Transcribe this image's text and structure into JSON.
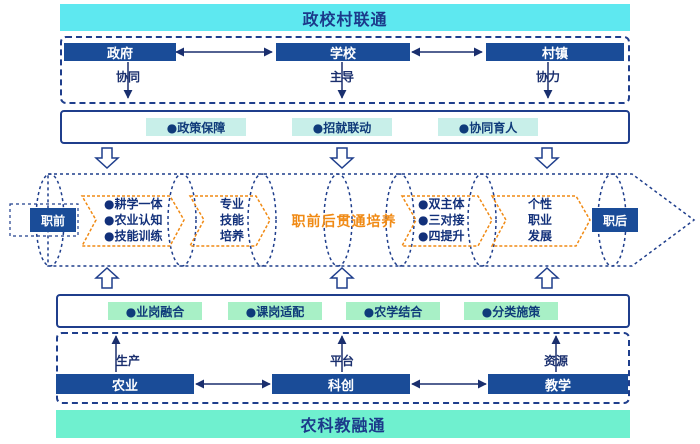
{
  "top_banner": "政校村联通",
  "bottom_banner": "农科教融通",
  "top_nodes": [
    {
      "name": "政府",
      "sub": "协同"
    },
    {
      "name": "学校",
      "sub": "主导"
    },
    {
      "name": "村镇",
      "sub": "协力"
    }
  ],
  "top_pills": [
    "●政策保障",
    "●招就联动",
    "●协同育人"
  ],
  "bottom_pills": [
    "●业岗融合",
    "●课岗适配",
    "●农学结合",
    "●分类施策"
  ],
  "bottom_nodes": [
    {
      "name": "农业",
      "sub": "生产"
    },
    {
      "name": "科创",
      "sub": "平台"
    },
    {
      "name": "教学",
      "sub": "资源"
    }
  ],
  "flow": {
    "start": "职前",
    "end": "职后",
    "center": "职前后贯通培养",
    "left_list": [
      "●耕学一体",
      "●农业认知",
      "●技能训练"
    ],
    "left_mid": [
      "专业",
      "技能",
      "培养"
    ],
    "right_list": [
      "●双主体",
      "●三对接",
      "●四提升"
    ],
    "right_mid": [
      "个性",
      "职业",
      "发展"
    ]
  },
  "colors": {
    "navy": "#1a4c98",
    "top_banner": "#5ee8f0",
    "bottom_banner": "#6ff0cf",
    "accent_orange": "#f08a14"
  }
}
